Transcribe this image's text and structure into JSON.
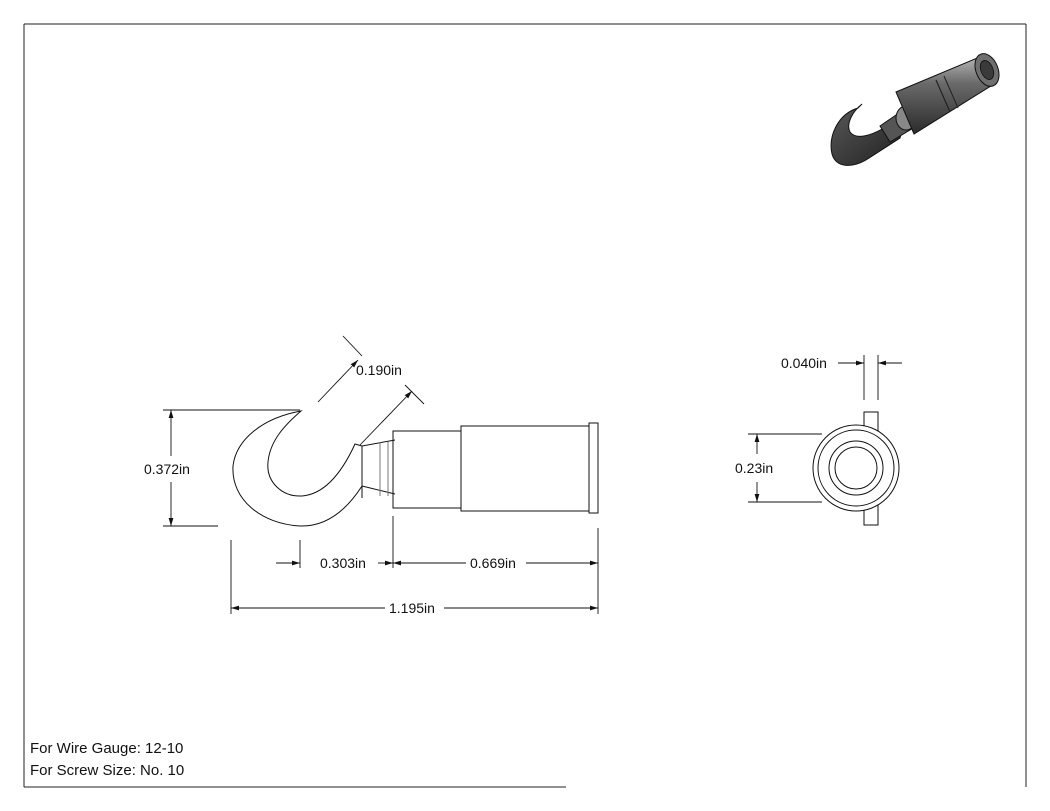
{
  "drawing": {
    "dimensions": {
      "hook_width": "0.190in",
      "overall_height": "0.372in",
      "hook_length": "0.303in",
      "barrel_length": "0.669in",
      "overall_length": "1.195in",
      "tongue_thickness": "0.040in",
      "barrel_diameter": "0.23in"
    },
    "notes": {
      "wire_gauge": "For Wire Gauge: 12-10",
      "screw_size": "For Screw Size: No. 10"
    }
  }
}
